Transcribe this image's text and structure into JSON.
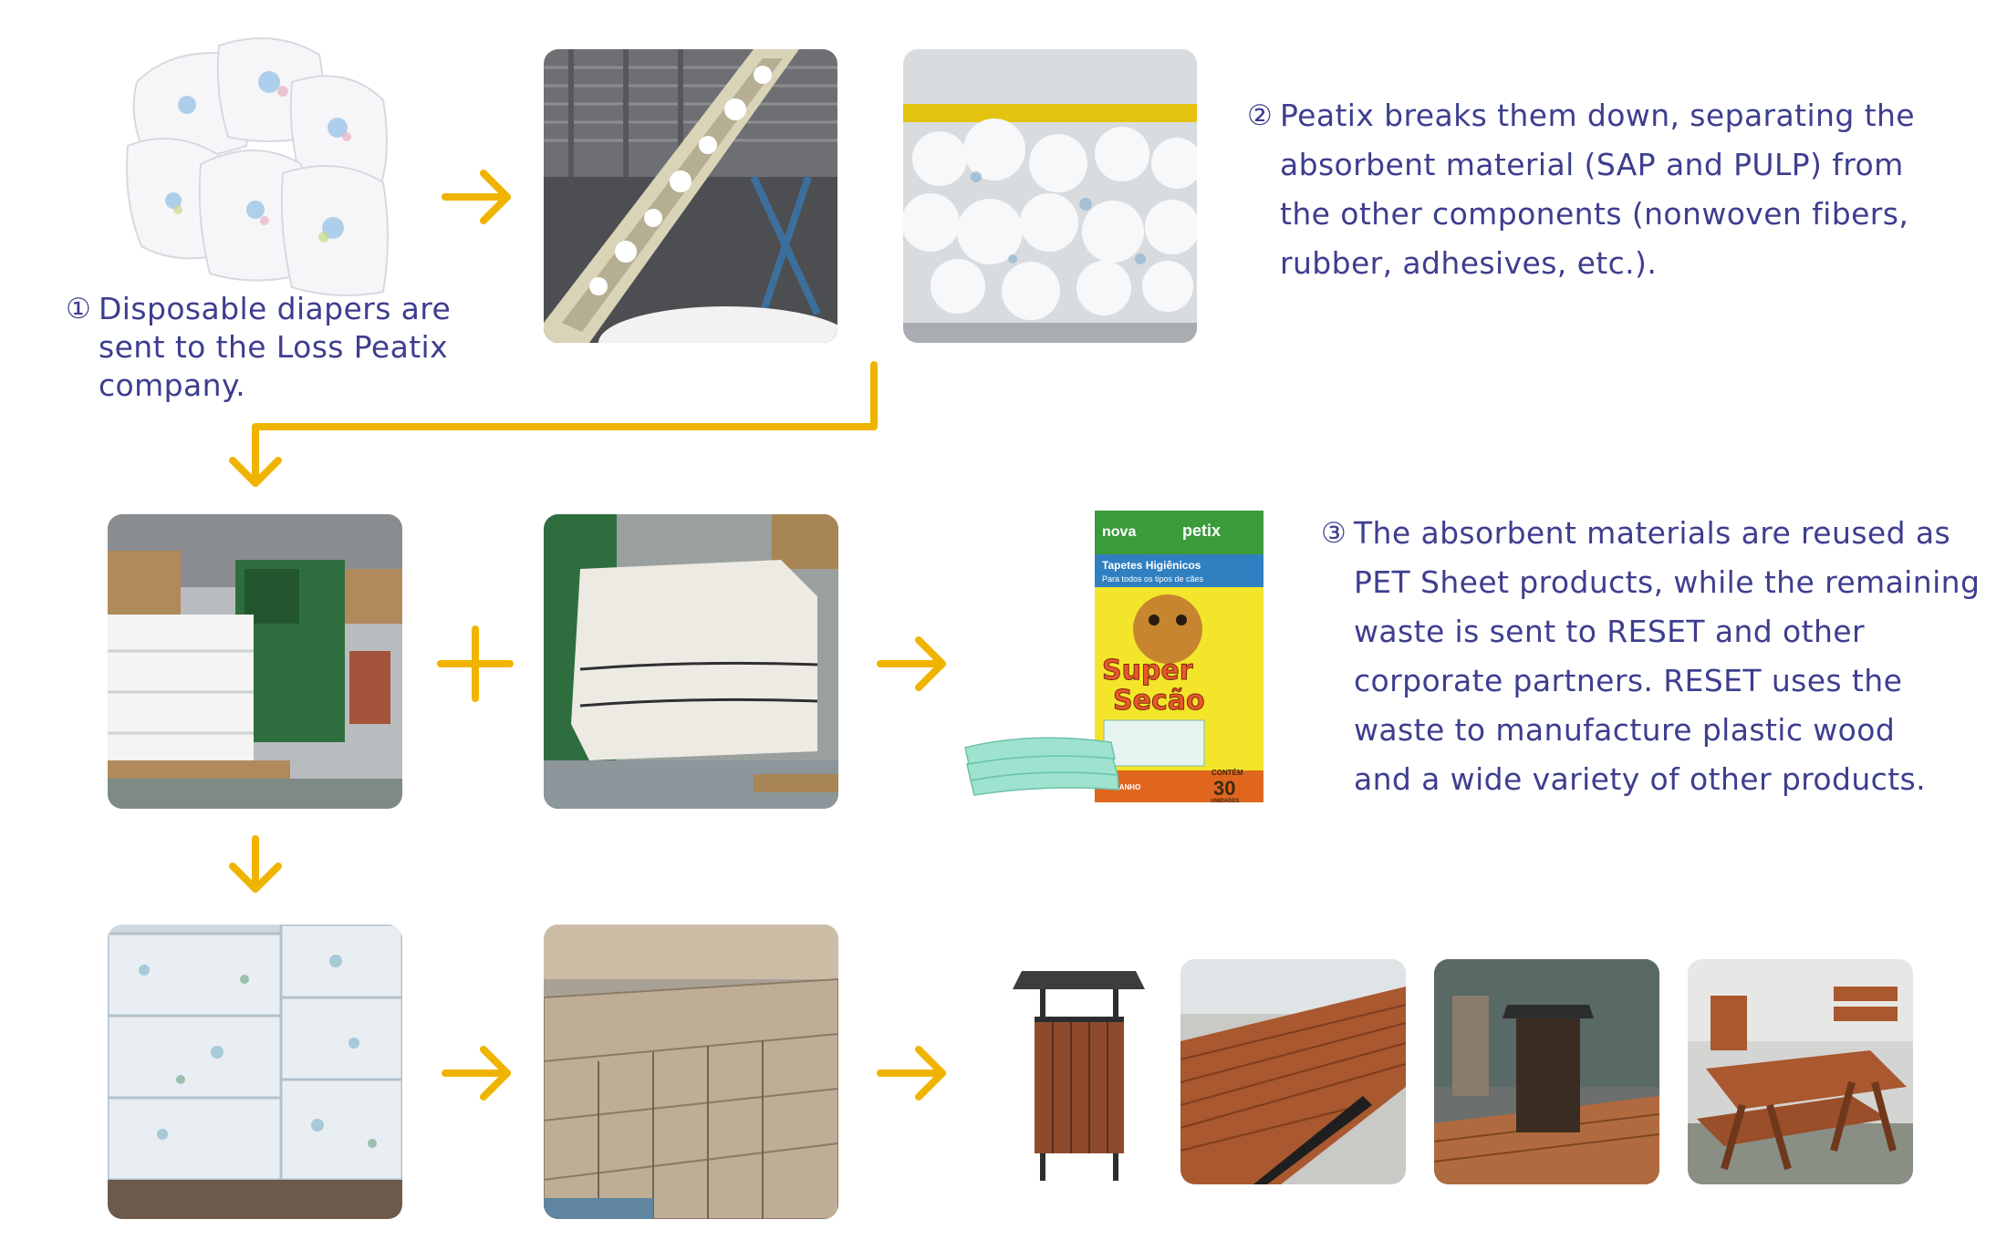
{
  "steps": [
    {
      "number": "①",
      "lines": [
        "Disposable diapers are",
        "sent to the Loss Peatix",
        "company."
      ]
    },
    {
      "number": "②",
      "lines": [
        "Peatix breaks them down, separating the",
        "absorbent material (SAP and PULP) from",
        "the other components (nonwoven fibers,",
        "rubber, adhesives, etc.)."
      ]
    },
    {
      "number": "③",
      "lines": [
        "The absorbent materials are reused as",
        "PET Sheet products, while the remaining",
        "waste is sent to RESET and other",
        "corporate partners. RESET uses the",
        "waste to manufacture plastic wood",
        "and a wide variety of other products."
      ]
    }
  ],
  "product_package": {
    "brand": "petix",
    "maker": "nova",
    "title": "Tapetes Higiênicos",
    "subtitle": "Para todos os tipos de cães",
    "product_name_top": "Super",
    "product_name_bottom": "Secão",
    "count_label": "CONTÉM",
    "count": "30",
    "count_unit": "UNIDADES",
    "size_label": "TAMANHO"
  },
  "colors": {
    "accent_arrow": "#f0b400",
    "text": "#3d3e8f",
    "package_yellow": "#f3e62a",
    "package_green": "#3b9a3a",
    "wood": "#a9582f"
  },
  "icons": [
    "arrow-right-icon",
    "arrow-down-icon",
    "plus-icon",
    "elbow-arrow-icon"
  ]
}
